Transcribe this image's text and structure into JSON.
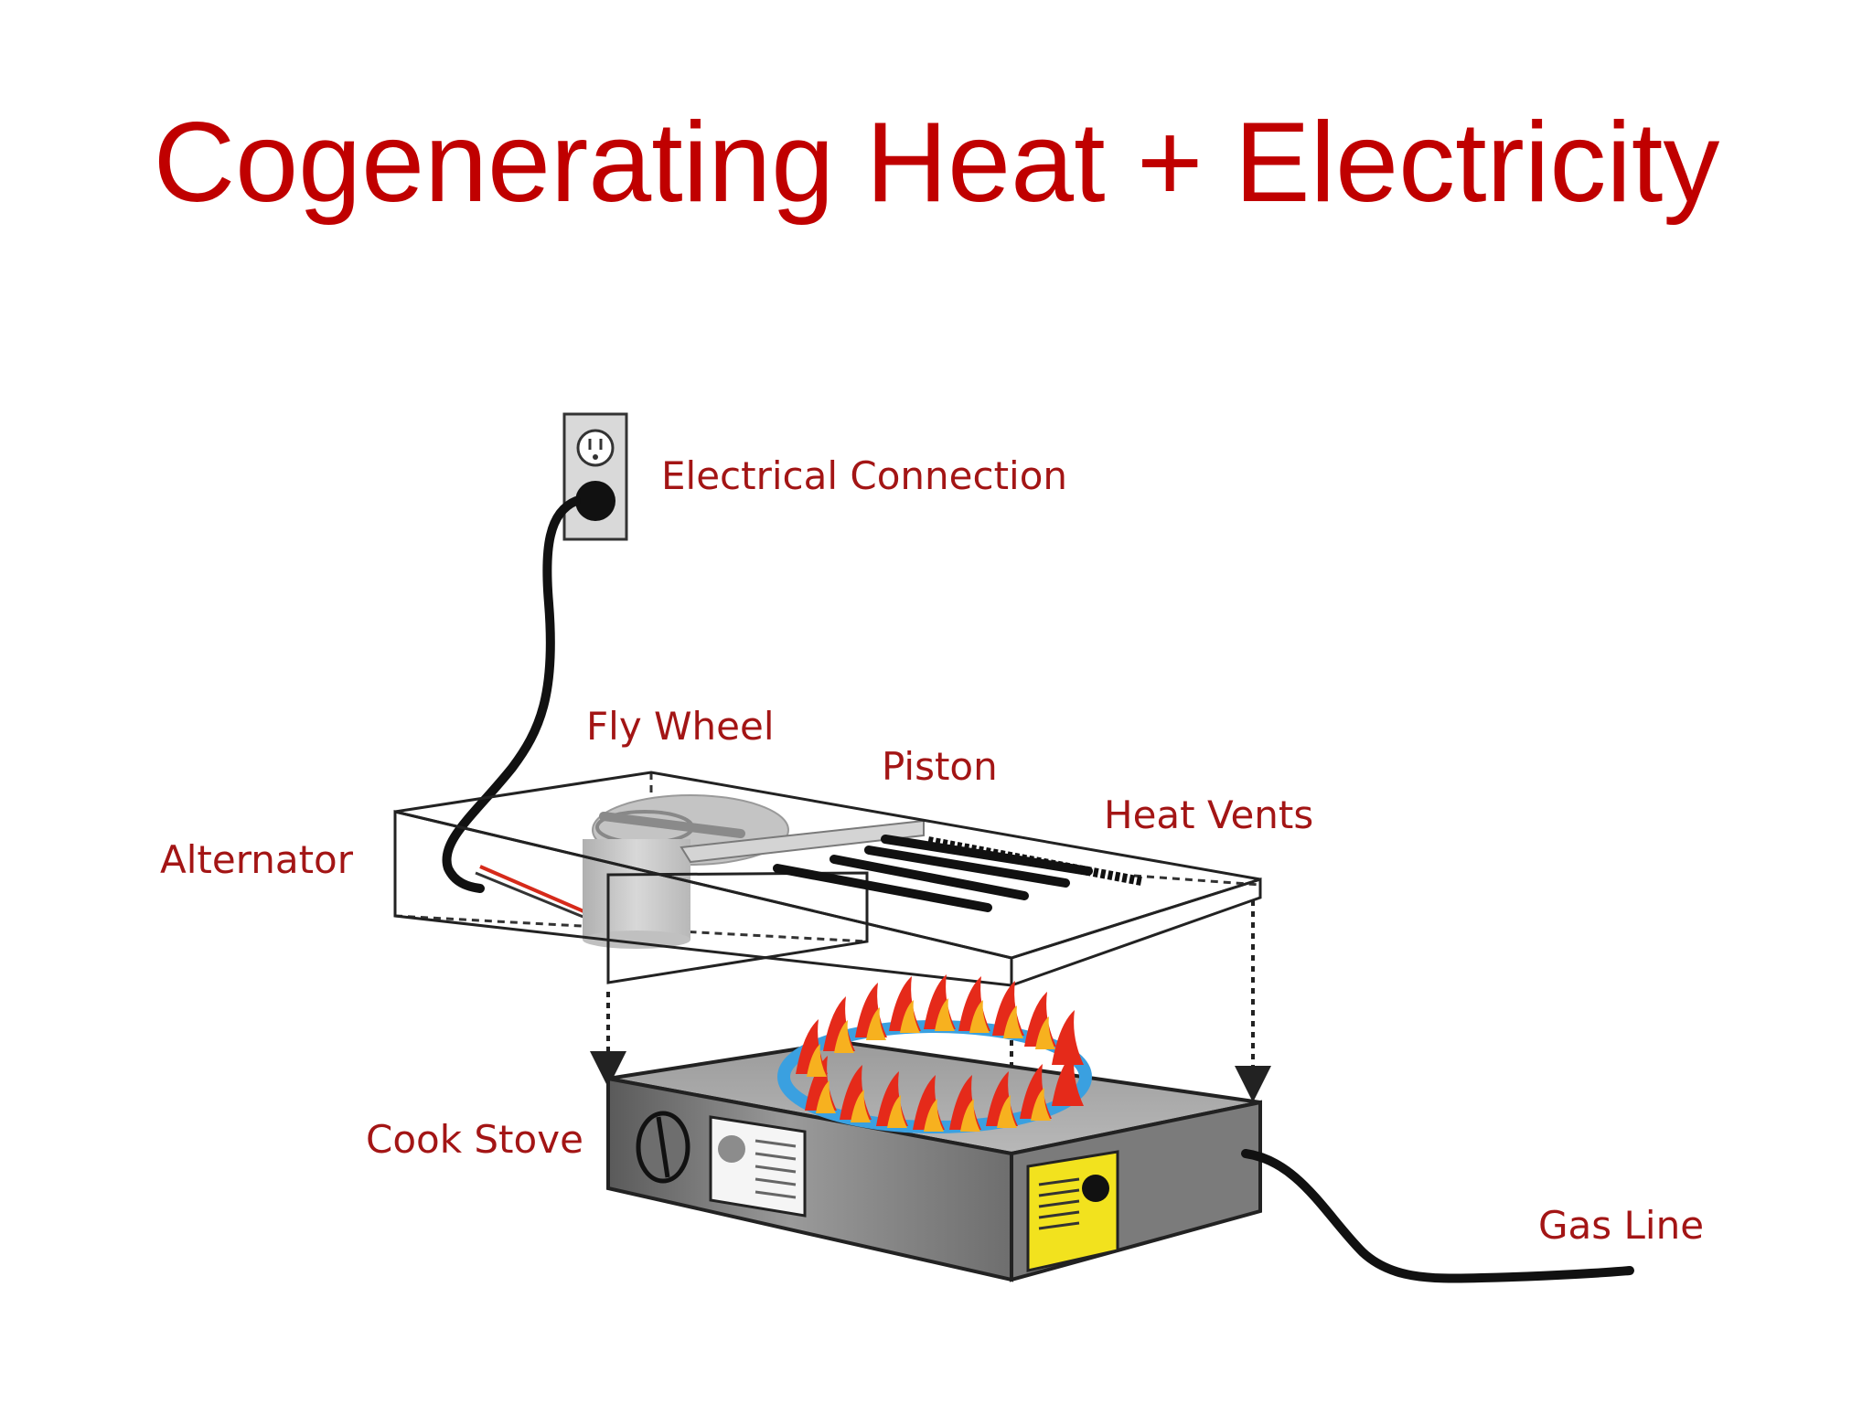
{
  "slide": {
    "title": "Cogenerating Heat + Electricity"
  },
  "labels": {
    "electrical_connection": "Electrical Connection",
    "fly_wheel": "Fly Wheel",
    "piston": "Piston",
    "heat_vents": "Heat Vents",
    "alternator": "Alternator",
    "cook_stove": "Cook Stove",
    "gas_line": "Gas Line"
  },
  "colors": {
    "title": "#c00000",
    "label": "#a31515",
    "stove_body": "#8c8c8c",
    "control_plate": "#f2e21e",
    "flame_outer": "#e52a1a",
    "flame_inner": "#f7b11f",
    "flame_base": "#3aa0e0"
  }
}
